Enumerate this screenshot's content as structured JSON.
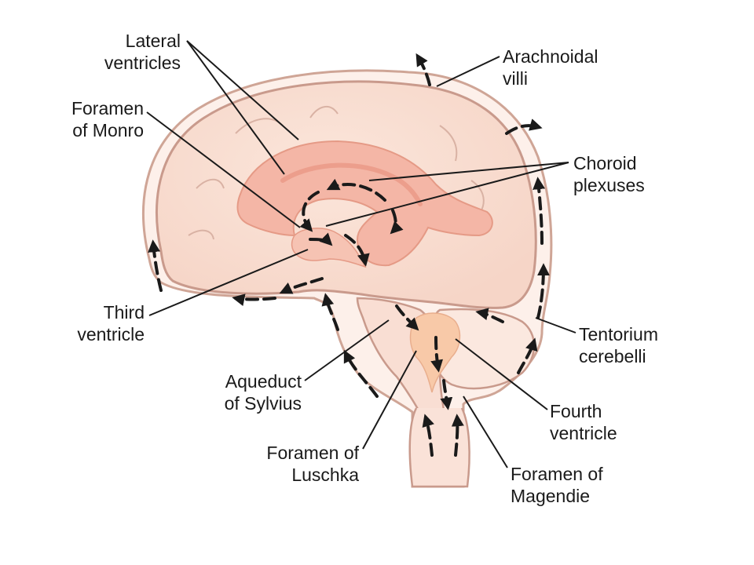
{
  "labels": {
    "lateral_ventricles": [
      "Lateral",
      "ventricles"
    ],
    "foramen_monro": [
      "Foramen",
      "of Monro"
    ],
    "third_ventricle": [
      "Third",
      "ventricle"
    ],
    "aqueduct_sylvius": [
      "Aqueduct",
      "of Sylvius"
    ],
    "foramen_luschka": [
      "Foramen of",
      "Luschka"
    ],
    "arachnoidal_villi": [
      "Arachnoidal",
      "villi"
    ],
    "choroid_plexuses": [
      "Choroid",
      "plexuses"
    ],
    "tentorium_cerebelli": [
      "Tentorium",
      "cerebelli"
    ],
    "fourth_ventricle": [
      "Fourth",
      "ventricle"
    ],
    "foramen_magendie": [
      "Foramen of",
      "Magendie"
    ]
  },
  "colors": {
    "brain_fill": "#fbe3d8",
    "outline": "#c99a8c",
    "ventricle": "#f4b6a6",
    "ventricle_dark": "#ec9e8c",
    "fourth_ventricle": "#f8c9a8",
    "arrow": "#1a1a1a",
    "leader": "#1a1a1a"
  }
}
